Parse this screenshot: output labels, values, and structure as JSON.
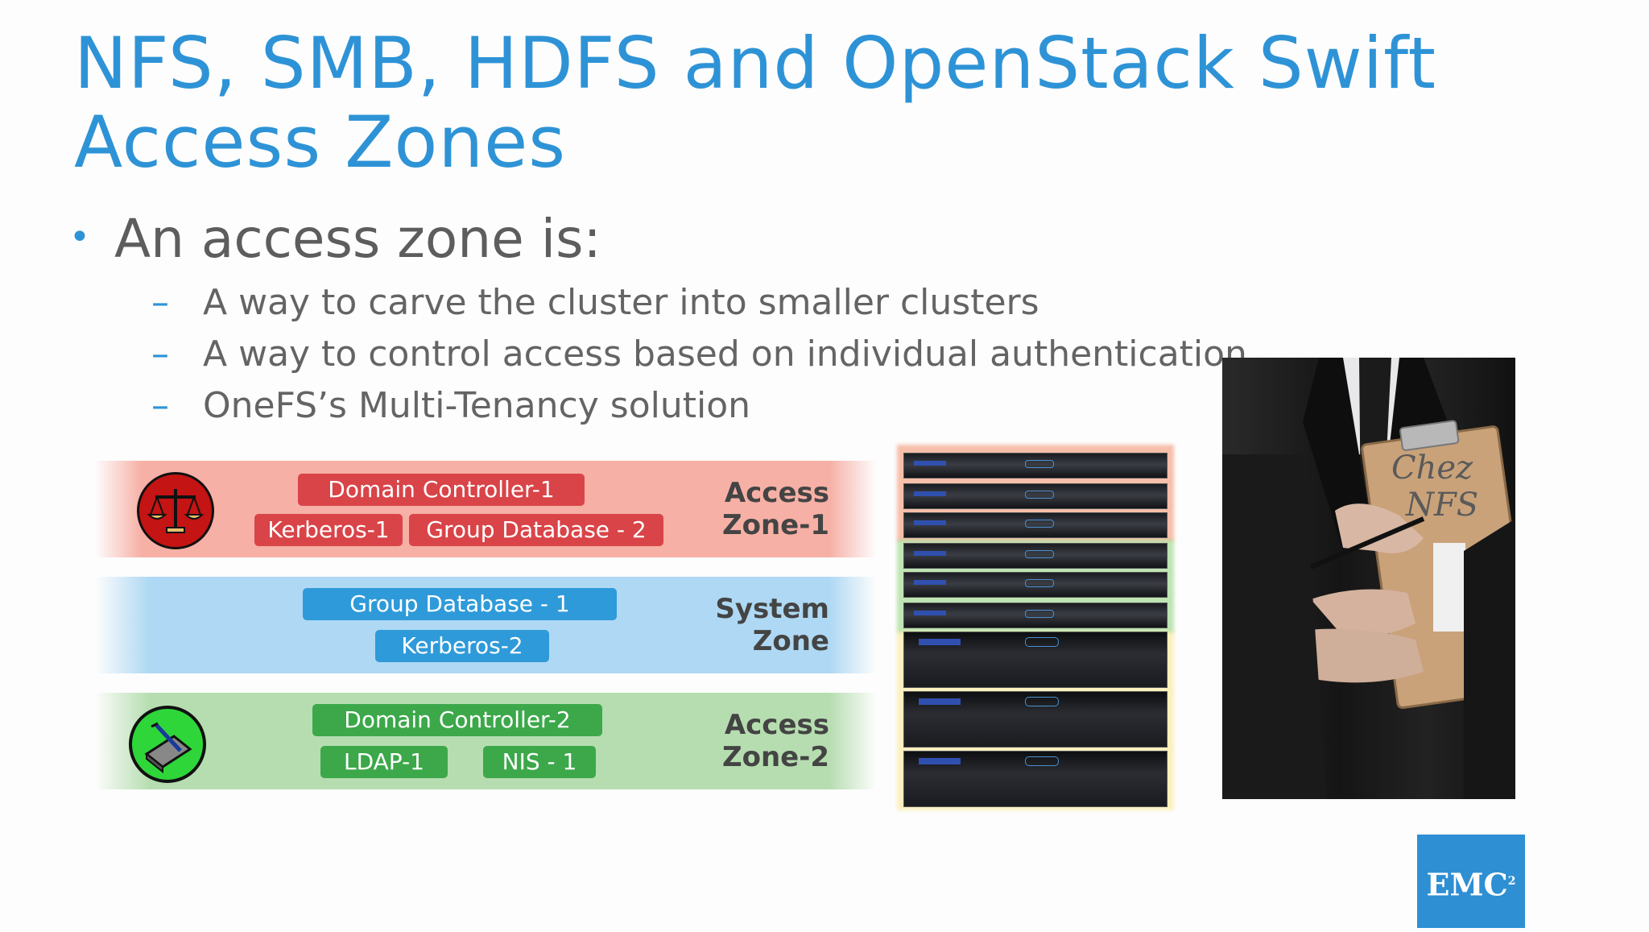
{
  "title": {
    "line1": "NFS, SMB, HDFS and OpenStack Swift",
    "line2": "Access Zones"
  },
  "bullet": "An access zone is:",
  "sub_bullets": [
    "A way to carve the cluster into smaller clusters",
    "A way to control access based on individual authentication",
    "OneFS’s Multi-Tenancy solution"
  ],
  "zones": {
    "zone1": {
      "label_line1": "Access",
      "label_line2": "Zone-1",
      "chips": [
        "Domain Controller-1",
        "Kerberos-1",
        "Group Database - 2"
      ],
      "color": "#f6b0a5",
      "emblem_icon": "scales-of-justice-icon"
    },
    "system": {
      "label_line1": "System",
      "label_line2": "Zone",
      "chips": [
        "Group Database - 1",
        "Kerberos-2"
      ],
      "color": "#aed8f3"
    },
    "zone2": {
      "label_line1": "Access",
      "label_line2": "Zone-2",
      "chips": [
        "Domain Controller-2",
        "LDAP-1",
        "NIS - 1"
      ],
      "color": "#b6ddb0",
      "emblem_icon": "writing-desk-icon"
    }
  },
  "photo": {
    "clipboard_text_line1": "Chez",
    "clipboard_text_line2": "NFS"
  },
  "logo": {
    "text": "EMC",
    "superscript": "2"
  },
  "colors": {
    "accent": "#2e93d6",
    "red_chip": "#d94448",
    "blue_chip": "#2f9ad9",
    "green_chip": "#3ca84a"
  }
}
